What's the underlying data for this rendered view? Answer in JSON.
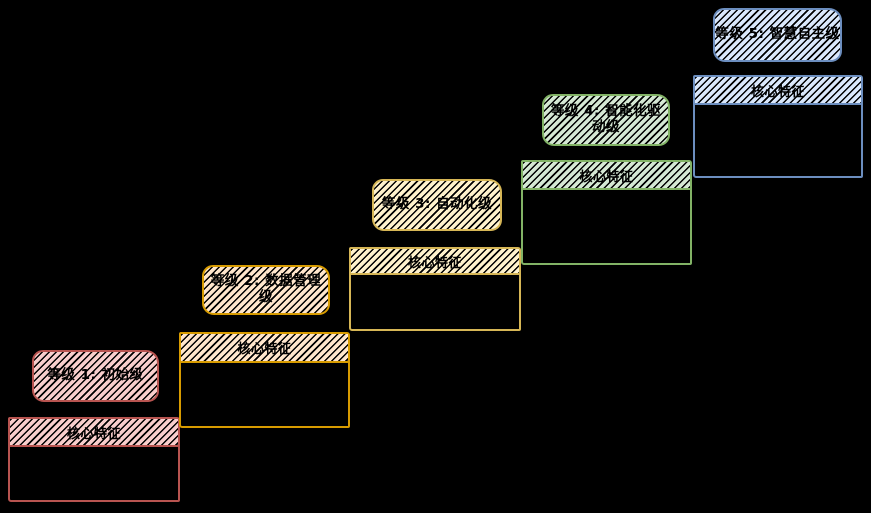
{
  "diagram": {
    "background_color": "#000000",
    "type": "staircase-maturity-model",
    "stages": [
      {
        "level": 1,
        "label": "等级 1: 初始级",
        "core_header": "核心特征",
        "fill_color": "#f8cecc",
        "stroke_color": "#b85450"
      },
      {
        "level": 2,
        "label": "等级 2: 数据管理级",
        "core_header": "核心特征",
        "fill_color": "#ffe6cc",
        "stroke_color": "#d79b00"
      },
      {
        "level": 3,
        "label": "等级 3: 自动化级",
        "core_header": "核心特征",
        "fill_color": "#fff2cc",
        "stroke_color": "#d6b656"
      },
      {
        "level": 4,
        "label": "等级 4: 智能化驱动级",
        "core_header": "核心特征",
        "fill_color": "#d5e8d4",
        "stroke_color": "#82b366"
      },
      {
        "level": 5,
        "label": "等级 5: 智慧自主级",
        "core_header": "核心特征",
        "fill_color": "#dae8fc",
        "stroke_color": "#6c8ebf"
      }
    ]
  }
}
